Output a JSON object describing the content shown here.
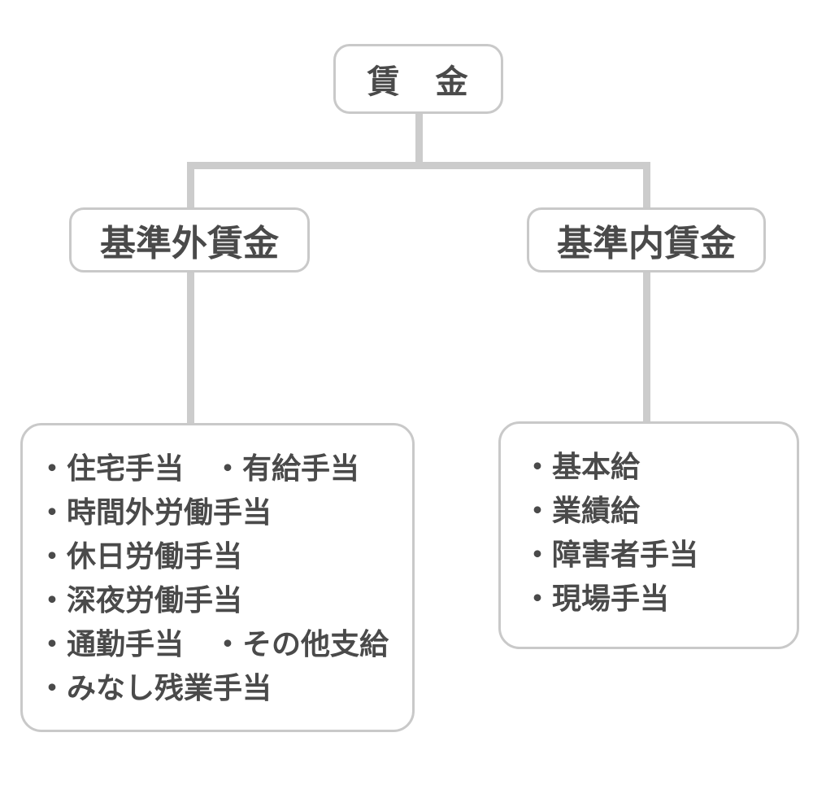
{
  "colors": {
    "border": "#c9c9c9",
    "connector": "#cccccc",
    "text": "#4a4a4a",
    "background": "#ffffff"
  },
  "diagram": {
    "root_label": "賃　金",
    "left_branch": {
      "label": "基準外賃金",
      "lines": [
        "・住宅手当　・有給手当",
        "・時間外労働手当",
        "・休日労働手当",
        "・深夜労働手当",
        "・通勤手当　・その他支給",
        "・みなし残業手当"
      ]
    },
    "right_branch": {
      "label": "基準内賃金",
      "lines": [
        "・基本給",
        "・業績給",
        "・障害者手当",
        "・現場手当"
      ]
    }
  }
}
